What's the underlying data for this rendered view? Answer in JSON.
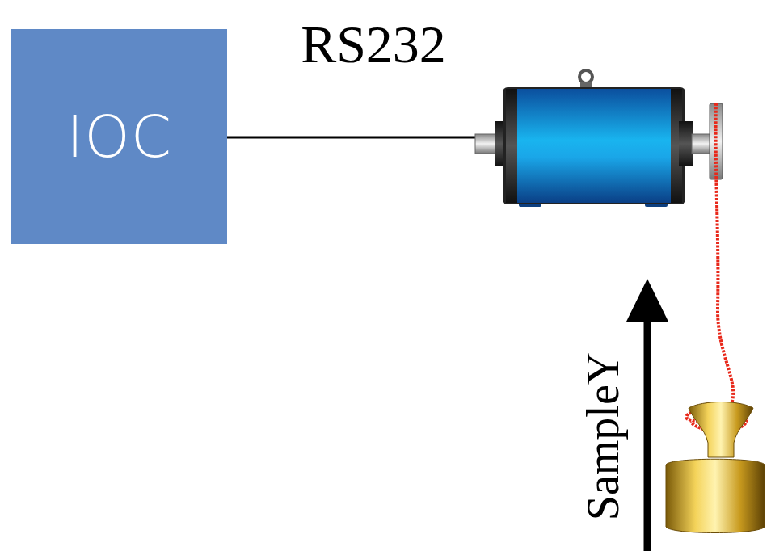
{
  "diagram": {
    "nodes": [
      {
        "text": [
          "IOC"
        ]
      }
    ],
    "labels": [
      "RS232",
      "SampleY"
    ]
  }
}
